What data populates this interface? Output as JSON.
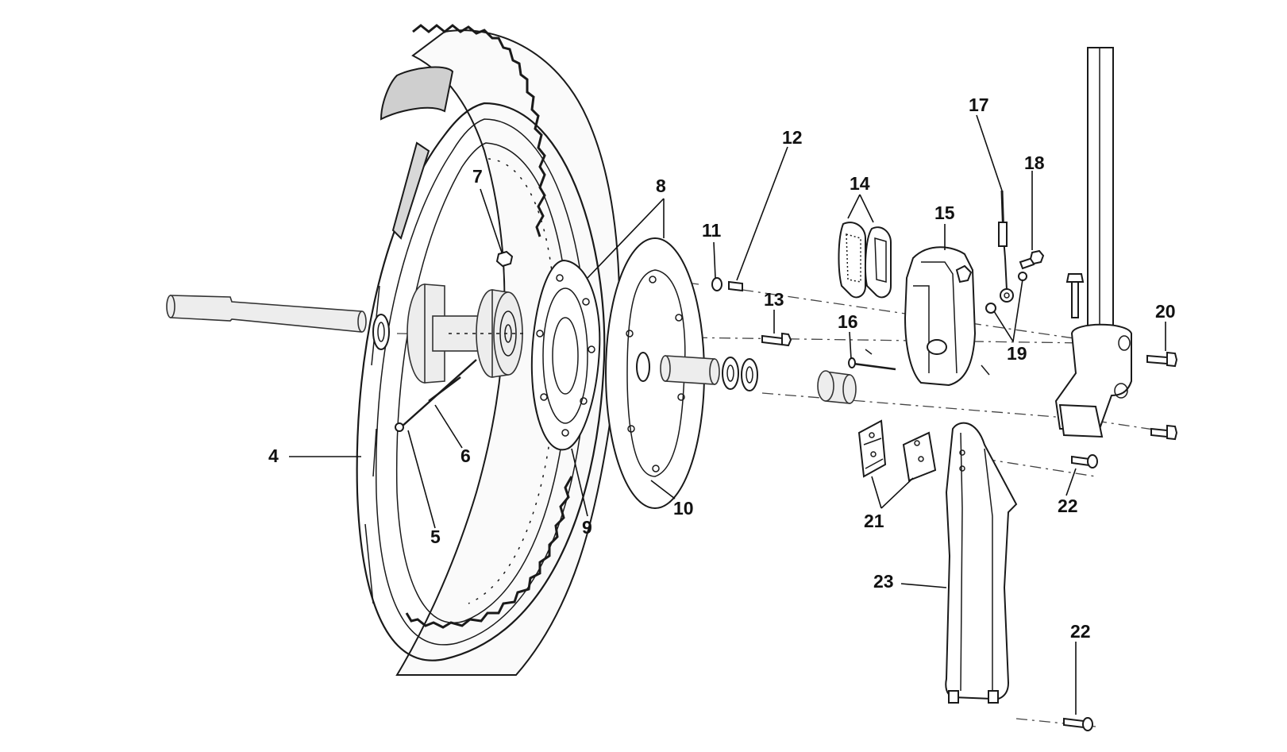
{
  "callouts": [
    {
      "id": "4",
      "text": "4"
    },
    {
      "id": "5",
      "text": "5"
    },
    {
      "id": "6",
      "text": "6"
    },
    {
      "id": "7",
      "text": "7"
    },
    {
      "id": "8",
      "text": "8"
    },
    {
      "id": "9",
      "text": "9"
    },
    {
      "id": "10",
      "text": "10"
    },
    {
      "id": "11",
      "text": "11"
    },
    {
      "id": "12",
      "text": "12"
    },
    {
      "id": "13",
      "text": "13"
    },
    {
      "id": "14",
      "text": "14"
    },
    {
      "id": "15",
      "text": "15"
    },
    {
      "id": "16",
      "text": "16"
    },
    {
      "id": "17",
      "text": "17"
    },
    {
      "id": "18",
      "text": "18"
    },
    {
      "id": "19",
      "text": "19"
    },
    {
      "id": "20",
      "text": "20"
    },
    {
      "id": "21",
      "text": "21"
    },
    {
      "id": "22a",
      "text": "22"
    },
    {
      "id": "22b",
      "text": "22"
    },
    {
      "id": "23",
      "text": "23"
    }
  ]
}
